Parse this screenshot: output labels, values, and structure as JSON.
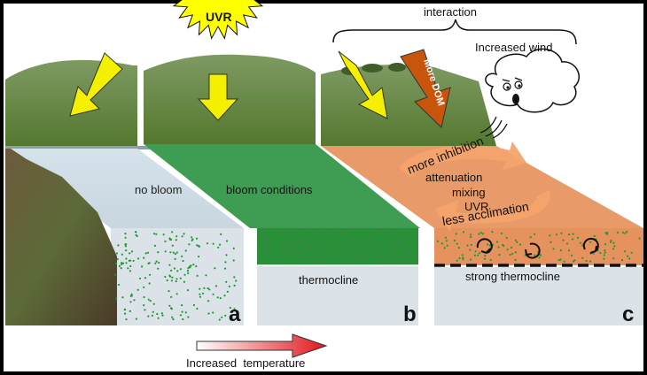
{
  "sun_label": "UVR",
  "interaction_label": "interaction",
  "wind_label": "Increased wind",
  "dom_label": "More DOM",
  "panels": [
    {
      "surface_label": "no bloom",
      "panel_letter": "a"
    },
    {
      "surface_label": "bloom conditions",
      "lower_label": "thermocline",
      "panel_letter": "b"
    },
    {
      "effects": [
        "more inhibition",
        "attenuation",
        "mixing",
        "UVR",
        "less acclimation"
      ],
      "lower_label": "strong thermocline",
      "panel_letter": "c"
    }
  ],
  "temperature_label": "Increased  temperature",
  "colors": {
    "sun": "#ffff00",
    "uvr_arrow": "#f5f000",
    "clear_lake": "#d9e4ec",
    "bloom_lake": "#3e9d52",
    "dom_lake": "#e89a68",
    "dom_arrow": "#c9540c",
    "swirl_arrow": "#f5a36e",
    "phytoplankton": "#1f9a2e",
    "hill": "#6a8c4a",
    "heath": "#5a4a32"
  },
  "icons": [
    "sun-icon",
    "wind-cloud-icon",
    "eddy-icon"
  ]
}
